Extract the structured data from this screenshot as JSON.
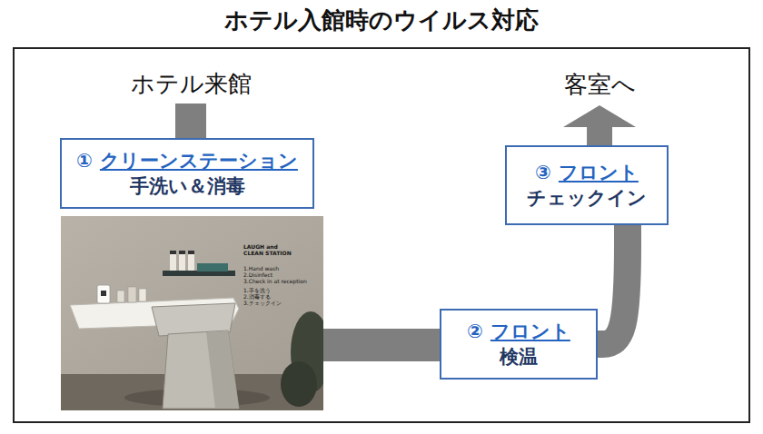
{
  "diagram": {
    "title": "ホテル入館時のウイルス対応",
    "nodes": [
      {
        "text": [
          "ホテル来館"
        ]
      },
      {
        "text": [
          "①",
          "クリーンステーション",
          "手洗い＆消毒"
        ]
      },
      {
        "text": [
          "②",
          "フロント",
          "検温"
        ]
      },
      {
        "text": [
          "③",
          "フロント",
          "チェックイン"
        ]
      },
      {
        "text": [
          "客室へ"
        ]
      }
    ],
    "edges": [
      {
        "from": 0,
        "to": 1,
        "arrow": "none"
      },
      {
        "from": 1,
        "to": 2,
        "arrow": "none"
      },
      {
        "from": 2,
        "to": 3,
        "arrow": "none"
      },
      {
        "from": 3,
        "to": 4,
        "arrow": "to"
      }
    ],
    "labels": [
      "LAUGH and CLEAN STATION",
      "1.Hand wash",
      "2.Disinfect",
      "3.Check in at reception",
      "1.手を洗う",
      "2.消毒する",
      "3.チェックイン"
    ]
  }
}
